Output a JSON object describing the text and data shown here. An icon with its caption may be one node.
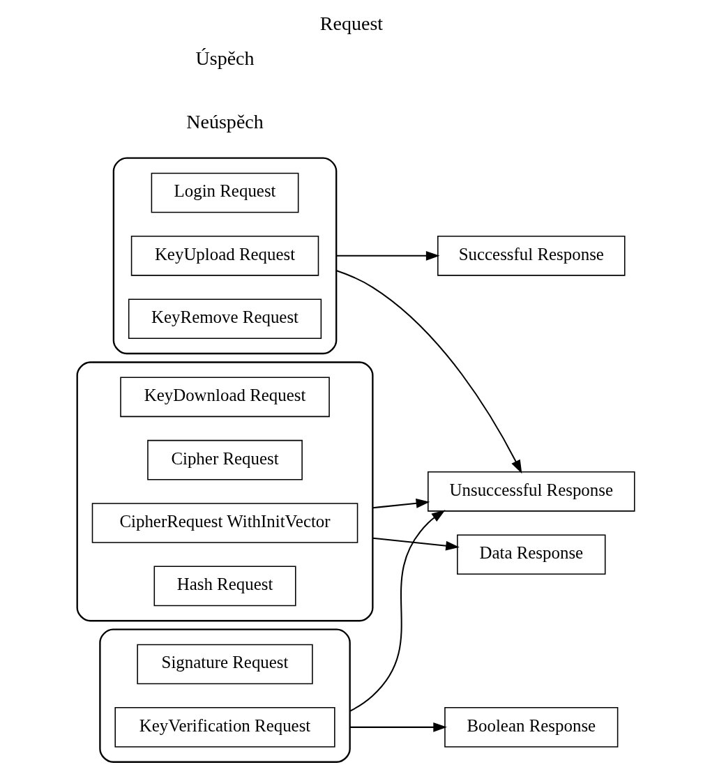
{
  "diagram": {
    "title": "Request",
    "nodes": [
      {
        "text": [],
        "shape": "box"
      },
      {
        "text": [
          "Login Request"
        ],
        "in": 0
      },
      {
        "text": [
          "KeyUpload Request"
        ],
        "in": 0
      },
      {
        "text": [
          "KeyRemove Request"
        ],
        "in": 0
      },
      {
        "text": [],
        "shape": "box"
      },
      {
        "text": [
          "KeyDownload Request"
        ],
        "in": 4
      },
      {
        "text": [
          "Cipher Request"
        ],
        "in": 4
      },
      {
        "text": [
          "CipherRequest WithInitVector"
        ],
        "in": 4
      },
      {
        "text": [
          "Hash Request"
        ],
        "in": 4
      },
      {
        "text": [],
        "shape": "box"
      },
      {
        "text": [
          "Signature Request"
        ],
        "in": 9
      },
      {
        "text": [
          "KeyVerification Request"
        ],
        "in": 9
      },
      {
        "text": [
          "Successful Response"
        ]
      },
      {
        "text": [
          "Data Response"
        ]
      },
      {
        "text": [
          "Boolean Response"
        ]
      },
      {
        "text": [
          "Unsuccessful Response"
        ]
      }
    ],
    "edges": [
      {
        "from": 0,
        "to": 12,
        "arrow": "to"
      },
      {
        "from": 0,
        "to": 15,
        "arrow": "to"
      },
      {
        "from": 4,
        "to": 13,
        "arrow": "to"
      },
      {
        "from": 4,
        "to": 15,
        "arrow": "to"
      },
      {
        "from": 9,
        "to": 14,
        "arrow": "to"
      },
      {
        "from": 9,
        "to": 15,
        "arrow": "to"
      }
    ],
    "labels": [
      "Neúspěch",
      "Úspěch"
    ]
  }
}
